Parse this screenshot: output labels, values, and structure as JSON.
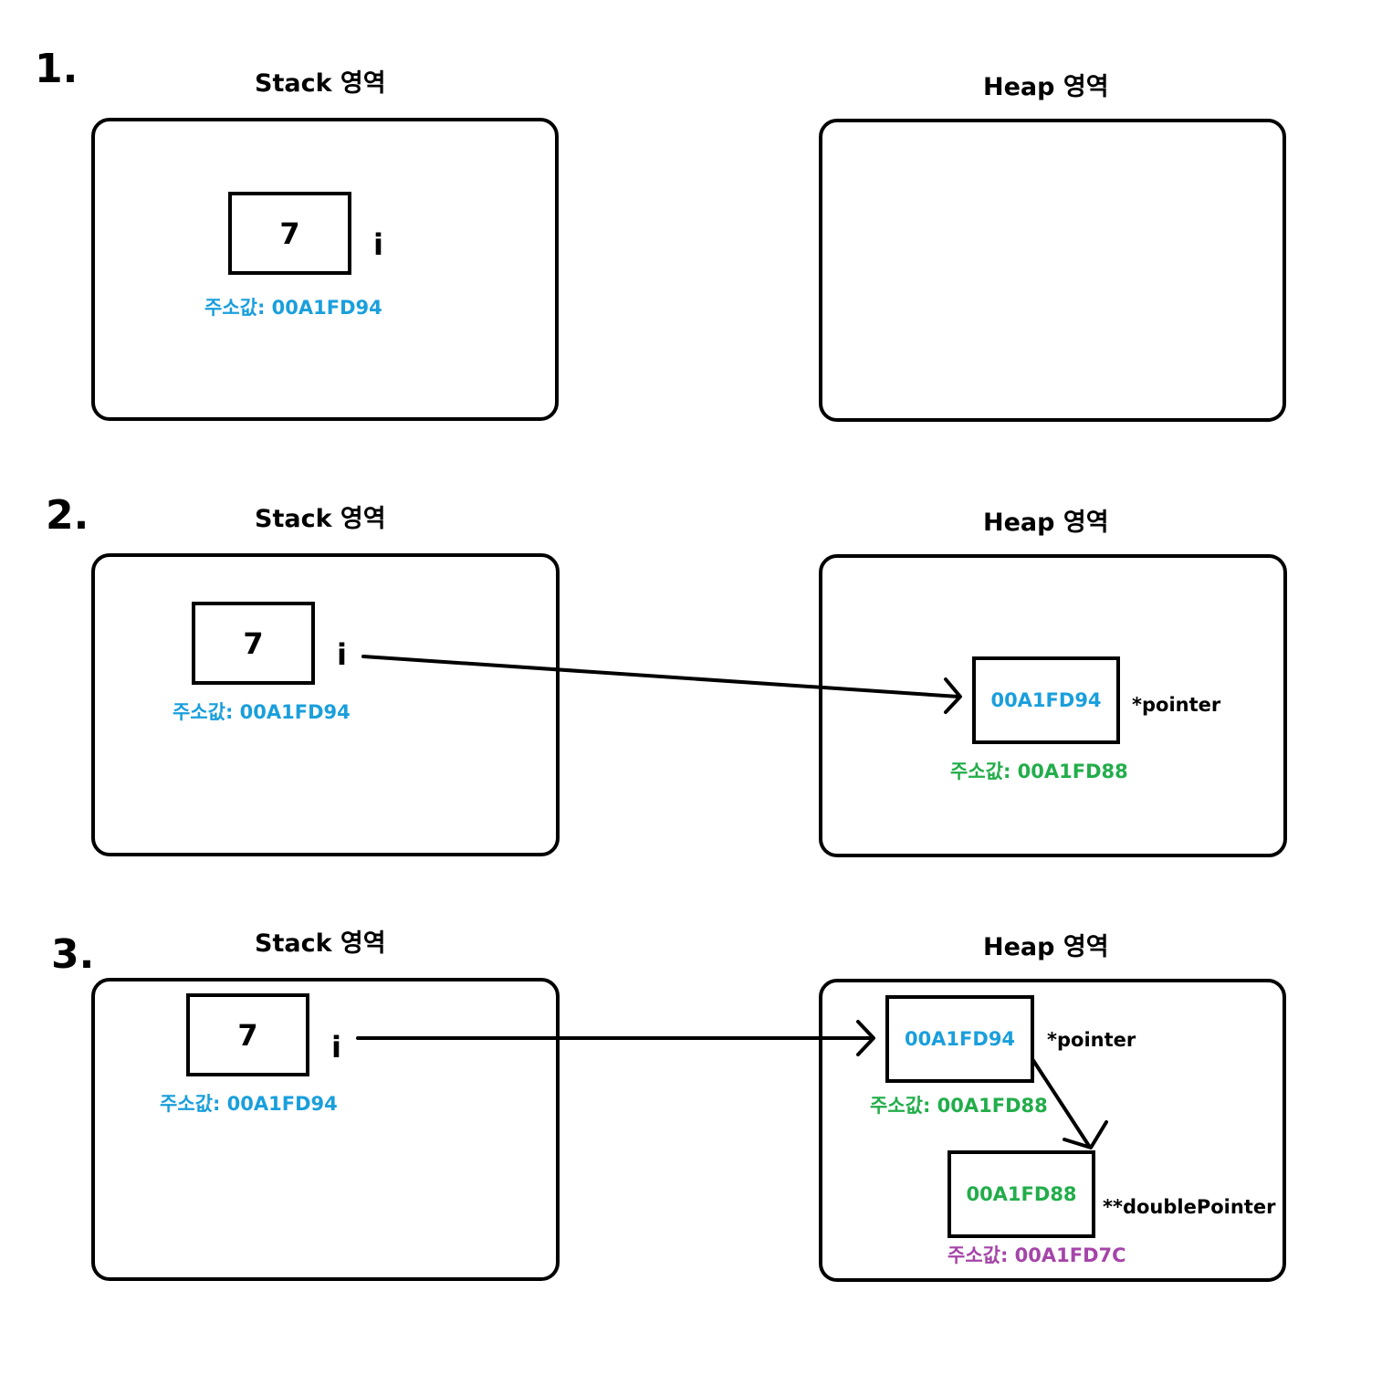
{
  "colors": {
    "stack_address": "#1a9fdc",
    "pointer_address": "#22ad4a",
    "double_pointer_address": "#a545a8",
    "stroke": "#000000"
  },
  "steps": [
    {
      "number": "1.",
      "stack": {
        "title": "Stack 영역",
        "var": {
          "value": "7",
          "name": "i",
          "address_label": "주소값: 00A1FD94"
        }
      },
      "heap": {
        "title": "Heap 영역"
      }
    },
    {
      "number": "2.",
      "stack": {
        "title": "Stack 영역",
        "var": {
          "value": "7",
          "name": "i",
          "address_label": "주소값: 00A1FD94"
        }
      },
      "heap": {
        "title": "Heap 영역",
        "pointer": {
          "value": "00A1FD94",
          "name": "*pointer",
          "address_label": "주소값: 00A1FD88"
        }
      }
    },
    {
      "number": "3.",
      "stack": {
        "title": "Stack 영역",
        "var": {
          "value": "7",
          "name": "i",
          "address_label": "주소값: 00A1FD94"
        }
      },
      "heap": {
        "title": "Heap 영역",
        "pointer": {
          "value": "00A1FD94",
          "name": "*pointer",
          "address_label": "주소값: 00A1FD88"
        },
        "double_pointer": {
          "value": "00A1FD88",
          "name": "**doublePointer",
          "address_label": "주소값: 00A1FD7C"
        }
      }
    }
  ]
}
